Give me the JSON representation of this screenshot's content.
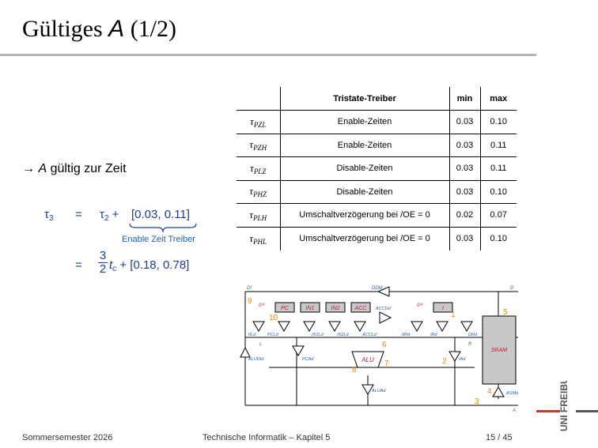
{
  "slide": {
    "title_prefix": "Gültiges ",
    "title_symbol": "A",
    "title_suffix": " (1/2)"
  },
  "lead": {
    "arrow": "→",
    "symbol": "A",
    "text": " gültig zur Zeit"
  },
  "equation": {
    "lhs": "τ",
    "lhs_sub": "3",
    "eq1": "=",
    "term": "τ",
    "term_sub": "2",
    "plus": "+",
    "interval1": "[0.03, 0.11]",
    "brace_label": "Enable Zeit Treiber",
    "eq2": "=",
    "frac_num": "3",
    "frac_den": "2",
    "tc": "t",
    "tc_sub": "c",
    "interval2": "+ [0.18, 0.78]"
  },
  "table": {
    "headers": [
      "",
      "Tristate-Treiber",
      "min",
      "max"
    ],
    "rows": [
      {
        "sym": "τ",
        "sub": "PZL",
        "desc": "Enable-Zeiten",
        "min": "0.03",
        "max": "0.10"
      },
      {
        "sym": "τ",
        "sub": "PZH",
        "desc": "Enable-Zeiten",
        "min": "0.03",
        "max": "0.11"
      },
      {
        "sym": "τ",
        "sub": "PLZ",
        "desc": "Disable-Zeiten",
        "min": "0.03",
        "max": "0.11"
      },
      {
        "sym": "τ",
        "sub": "PHZ",
        "desc": "Disable-Zeiten",
        "min": "0.03",
        "max": "0.10"
      },
      {
        "sym": "τ",
        "sub": "PLH",
        "desc": "Umschaltverzögerung bei /OE = 0",
        "min": "0.02",
        "max": "0.07"
      },
      {
        "sym": "τ",
        "sub": "PHL",
        "desc": "Umschaltverzögerung bei /OE = 0",
        "min": "0.03",
        "max": "0.10"
      }
    ]
  },
  "diagram": {
    "bus_labels": {
      "di": "DI",
      "ddld": "DDld",
      "d": "D",
      "l": "L",
      "r": "R",
      "a": "A"
    },
    "registers": [
      "PC",
      "IN1",
      "IN2",
      "ACC",
      "I"
    ],
    "zero32_a": "0³²",
    "zero32_b": "0³²",
    "signals": [
      "0Ld",
      "PCLd",
      "IN1Ld",
      "IN2Ld",
      "ACCLd",
      "0Rd",
      "IRd",
      "DRd",
      "ACCDd",
      "ALUDId",
      "PCAd",
      "IAd",
      "ALUAd",
      "ASMd"
    ],
    "alu": "ALU",
    "sram": "SRAM",
    "steps": [
      "1",
      "2",
      "3",
      "4",
      "5",
      "6",
      "7",
      "8",
      "9",
      "10"
    ],
    "colors": {
      "step": "#e08a00",
      "reg_text": "#c0182e",
      "signal": "#1f5fa8",
      "bus": "#2a8a2a",
      "reg_fill": "#c8c8c8"
    }
  },
  "footer": {
    "semester": "Sommersemester 2026",
    "course": "Technische Informatik – Kapitel 5",
    "page": "15 / 45"
  },
  "logo": {
    "text": "UNI FREIBURG"
  }
}
